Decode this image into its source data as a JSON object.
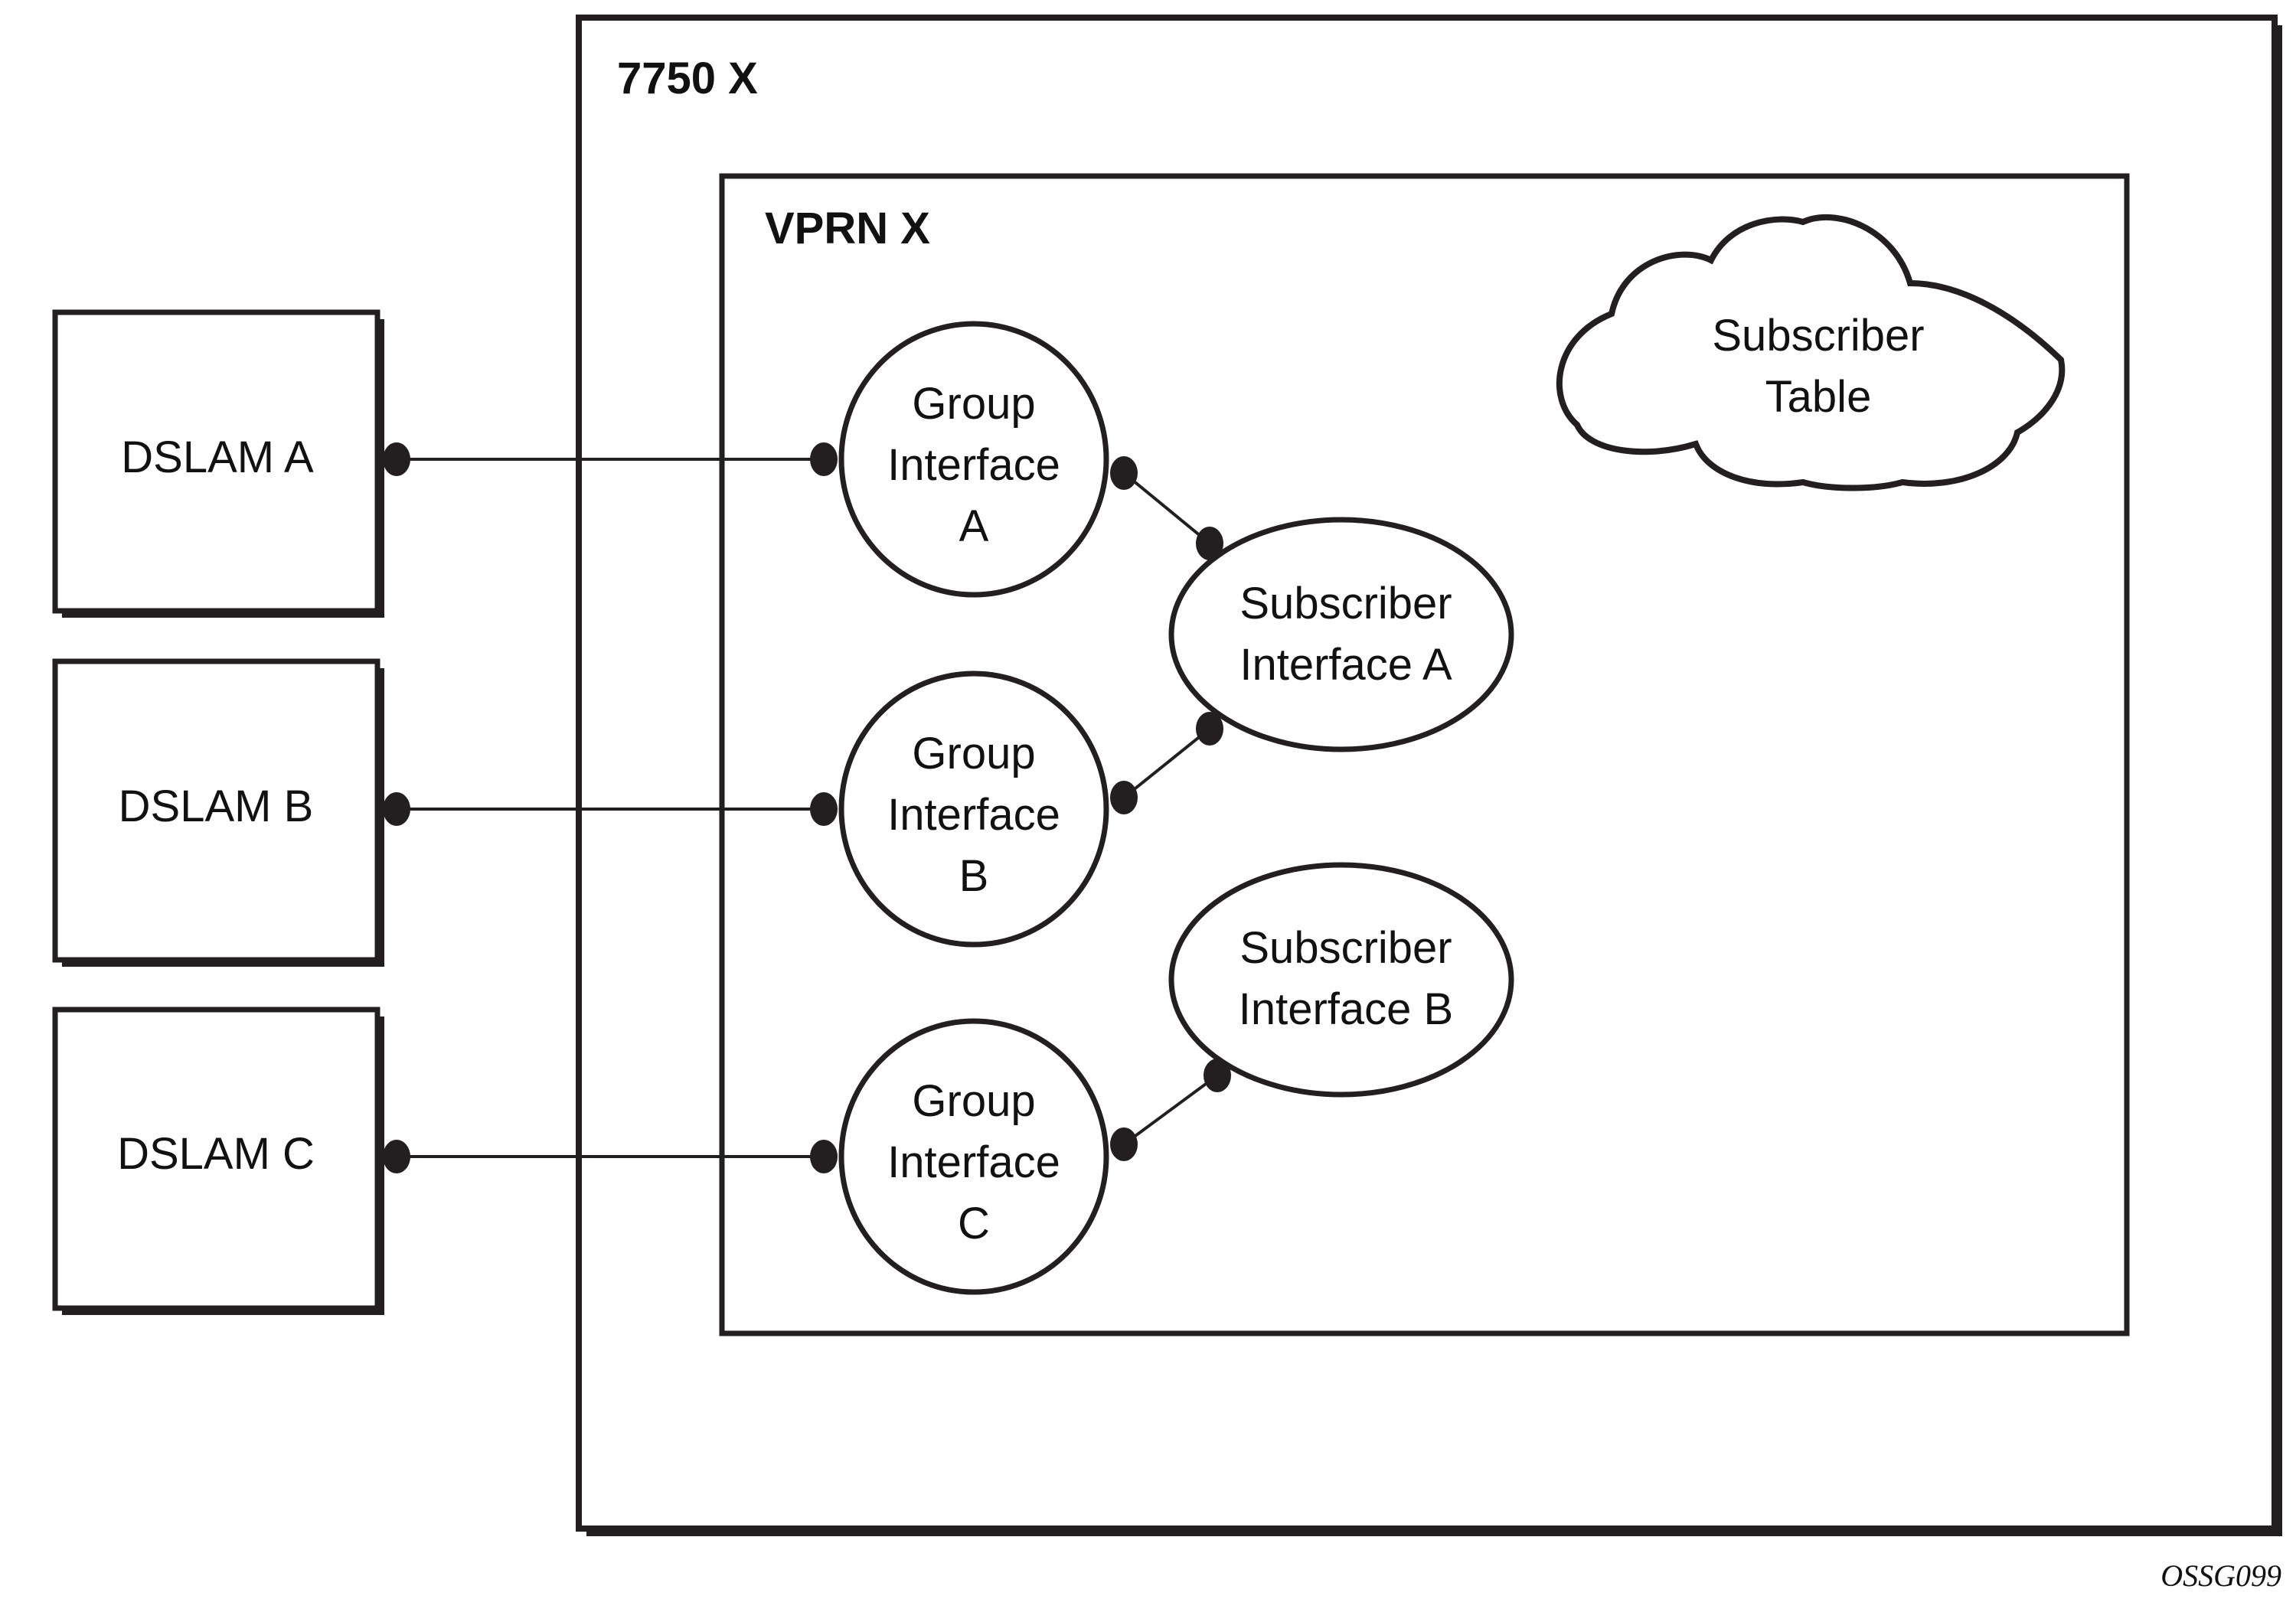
{
  "colors": {
    "stroke": "#231f20",
    "background": "#ffffff"
  },
  "router": {
    "label": "7750 X"
  },
  "vprn": {
    "label": "VPRN X"
  },
  "dslams": [
    {
      "label": "DSLAM A"
    },
    {
      "label": "DSLAM B"
    },
    {
      "label": "DSLAM C"
    }
  ],
  "group_interfaces": [
    {
      "lines": [
        "Group",
        "Interface",
        "A"
      ]
    },
    {
      "lines": [
        "Group",
        "Interface",
        "B"
      ]
    },
    {
      "lines": [
        "Group",
        "Interface",
        "C"
      ]
    }
  ],
  "subscriber_interfaces": [
    {
      "lines": [
        "Subscriber",
        "Interface A"
      ]
    },
    {
      "lines": [
        "Subscriber",
        "Interface B"
      ]
    }
  ],
  "subscriber_table": {
    "lines": [
      "Subscriber",
      "Table"
    ]
  },
  "connections": [
    {
      "from": "DSLAM A",
      "to": "Group Interface A"
    },
    {
      "from": "DSLAM B",
      "to": "Group Interface B"
    },
    {
      "from": "DSLAM C",
      "to": "Group Interface C"
    },
    {
      "from": "Group Interface A",
      "to": "Subscriber Interface A"
    },
    {
      "from": "Group Interface B",
      "to": "Subscriber Interface A"
    },
    {
      "from": "Group Interface C",
      "to": "Subscriber Interface B"
    }
  ],
  "figure_id": "OSSG099"
}
